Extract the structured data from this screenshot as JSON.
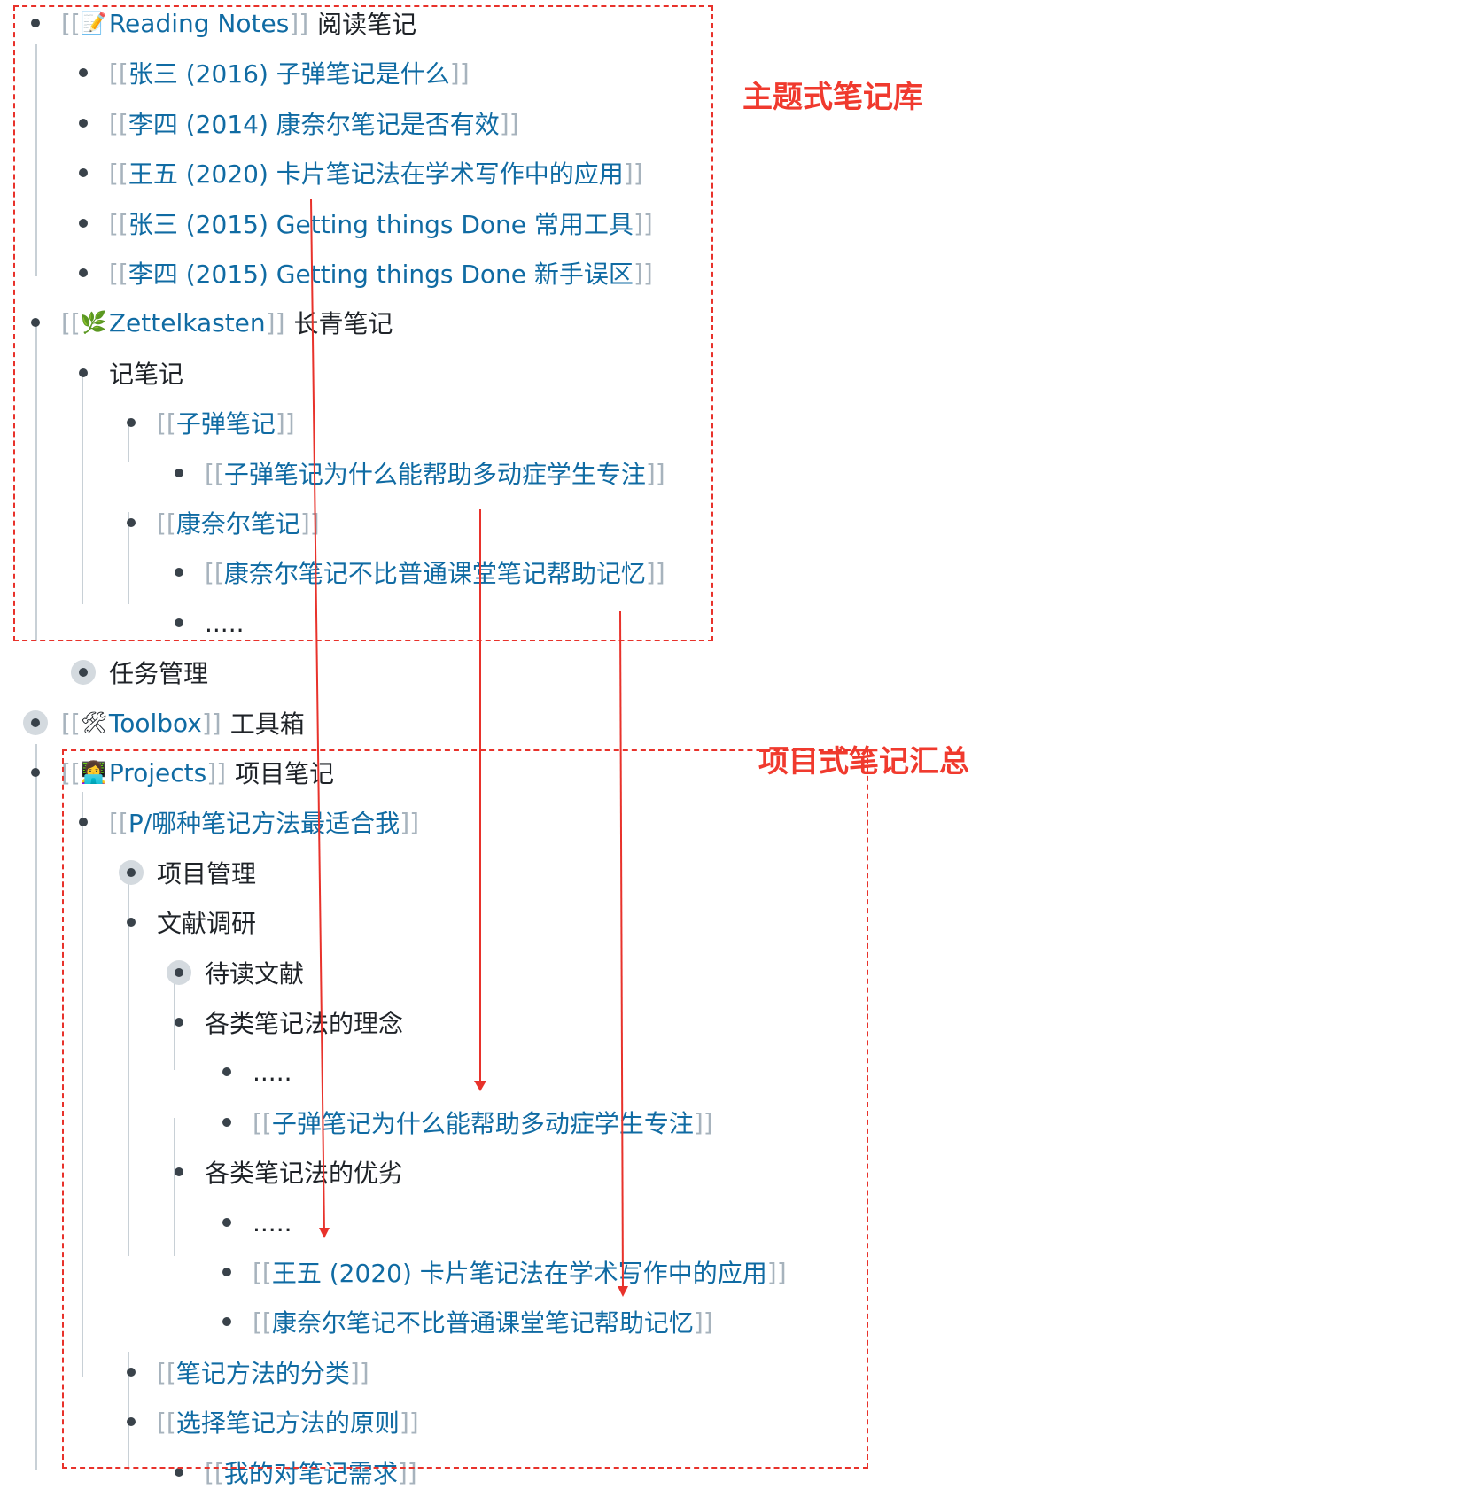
{
  "labels": {
    "topic_vault": "主题式笔记库",
    "project_summary": "项目式笔记汇总"
  },
  "link_brackets": {
    "open": "[[",
    "close": "]]"
  },
  "outline": [
    {
      "level": 0,
      "bullet": "dot",
      "icon": "memo-icon",
      "emoji": "📝",
      "link": "Reading Notes",
      "suffix": "阅读笔记"
    },
    {
      "level": 1,
      "bullet": "dot",
      "link": "张三 (2016) 子弹笔记是什么"
    },
    {
      "level": 1,
      "bullet": "dot",
      "link": "李四 (2014) 康奈尔笔记是否有效"
    },
    {
      "level": 1,
      "bullet": "dot",
      "link": "王五 (2020) 卡片笔记法在学术写作中的应用"
    },
    {
      "level": 1,
      "bullet": "dot",
      "link": "张三 (2015) Getting things Done 常用工具"
    },
    {
      "level": 1,
      "bullet": "dot",
      "link": "李四 (2015) Getting things Done 新手误区"
    },
    {
      "level": 0,
      "bullet": "dot",
      "icon": "herb-icon",
      "emoji": "🌿",
      "link": "Zettelkasten",
      "suffix": "长青笔记"
    },
    {
      "level": 1,
      "bullet": "dot",
      "text": "记笔记"
    },
    {
      "level": 2,
      "bullet": "dot",
      "link": "子弹笔记"
    },
    {
      "level": 3,
      "bullet": "dot",
      "link": "子弹笔记为什么能帮助多动症学生专注"
    },
    {
      "level": 2,
      "bullet": "dot",
      "link": "康奈尔笔记"
    },
    {
      "level": 3,
      "bullet": "dot",
      "link": "康奈尔笔记不比普通课堂笔记帮助记忆"
    },
    {
      "level": 3,
      "bullet": "dot",
      "text": "....."
    },
    {
      "level": 1,
      "bullet": "collapsed",
      "text": "任务管理"
    },
    {
      "level": 0,
      "bullet": "collapsed",
      "icon": "tools-icon",
      "emoji": "🛠",
      "link": "Toolbox",
      "suffix": "工具箱"
    },
    {
      "level": 0,
      "bullet": "dot",
      "icon": "technologist-icon",
      "emoji": "👩‍💻",
      "link": "Projects",
      "suffix": "项目笔记"
    },
    {
      "level": 1,
      "bullet": "dot",
      "link": "P/哪种笔记方法最适合我"
    },
    {
      "level": 2,
      "bullet": "collapsed",
      "text": "项目管理"
    },
    {
      "level": 2,
      "bullet": "dot",
      "text": "文献调研"
    },
    {
      "level": 3,
      "bullet": "collapsed",
      "text": "待读文献"
    },
    {
      "level": 3,
      "bullet": "dot",
      "text": "各类笔记法的理念"
    },
    {
      "level": 4,
      "bullet": "dot",
      "text": "....."
    },
    {
      "level": 4,
      "bullet": "dot",
      "link": "子弹笔记为什么能帮助多动症学生专注"
    },
    {
      "level": 3,
      "bullet": "dot",
      "text": "各类笔记法的优劣"
    },
    {
      "level": 4,
      "bullet": "dot",
      "text": "....."
    },
    {
      "level": 4,
      "bullet": "dot",
      "link": "王五 (2020) 卡片笔记法在学术写作中的应用"
    },
    {
      "level": 4,
      "bullet": "dot",
      "link": "康奈尔笔记不比普通课堂笔记帮助记忆"
    },
    {
      "level": 2,
      "bullet": "dot",
      "link": "笔记方法的分类"
    },
    {
      "level": 2,
      "bullet": "dot",
      "link": "选择笔记方法的原则"
    },
    {
      "level": 3,
      "bullet": "dot",
      "link": "我的对笔记需求"
    }
  ]
}
